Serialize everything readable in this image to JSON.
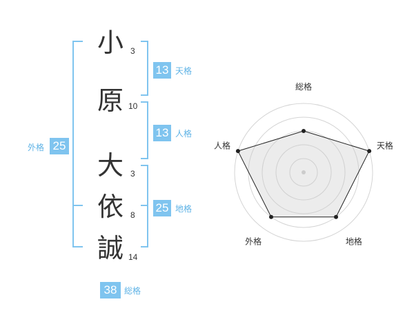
{
  "name": {
    "chars": [
      {
        "char": "小",
        "strokes": "3"
      },
      {
        "char": "原",
        "strokes": "10"
      },
      {
        "char": "大",
        "strokes": "3"
      },
      {
        "char": "依",
        "strokes": "8"
      },
      {
        "char": "誠",
        "strokes": "14"
      }
    ]
  },
  "scores": {
    "tenkaku": {
      "value": "13",
      "label": "天格"
    },
    "jinkaku": {
      "value": "13",
      "label": "人格"
    },
    "chikaku": {
      "value": "25",
      "label": "地格"
    },
    "gaikaku": {
      "value": "25",
      "label": "外格"
    },
    "soukaku": {
      "value": "38",
      "label": "総格"
    }
  },
  "colors": {
    "accent": "#7fc4ef",
    "label": "#5fb3e6",
    "text": "#333333"
  },
  "chart_data": {
    "type": "radar",
    "axes": [
      "総格",
      "天格",
      "地格",
      "外格",
      "人格"
    ],
    "values": [
      3,
      5,
      4,
      4,
      5
    ],
    "max": 5,
    "rings": 5
  }
}
